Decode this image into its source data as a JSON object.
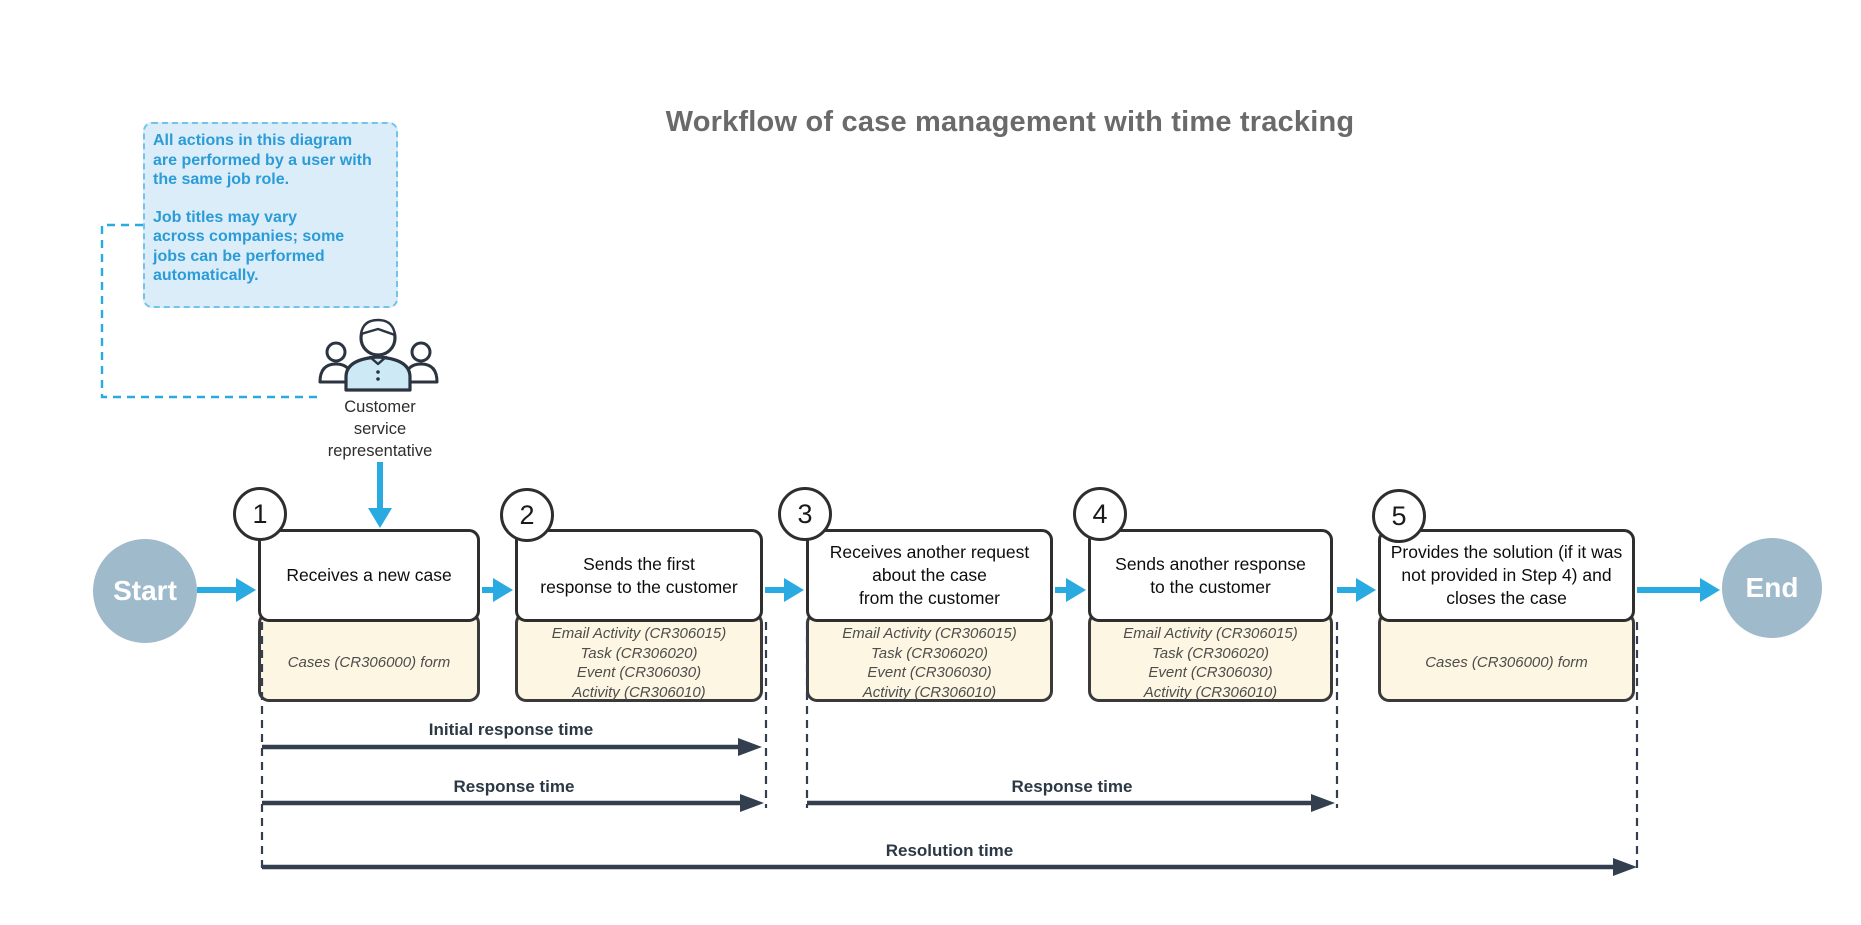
{
  "title": "Workflow of case management with time tracking",
  "note": {
    "lines": [
      "All actions in this diagram",
      "are performed by a user with",
      "the same job role.",
      "",
      "Job titles may vary",
      "across companies; some",
      "jobs can be performed",
      "automatically."
    ]
  },
  "actor": {
    "label_lines": [
      "Customer",
      "service",
      "representative"
    ]
  },
  "terminals": {
    "start": "Start",
    "end": "End"
  },
  "steps": [
    {
      "number": "1",
      "title_lines": [
        "Receives a new case"
      ],
      "forms": [
        "Cases (CR306000) form"
      ]
    },
    {
      "number": "2",
      "title_lines": [
        "Sends the first",
        "response to the customer"
      ],
      "forms": [
        "Email Activity (CR306015)",
        "Task (CR306020)",
        "Event (CR306030)",
        "Activity (CR306010)"
      ]
    },
    {
      "number": "3",
      "title_lines": [
        "Receives another request",
        "about the case",
        "from the customer"
      ],
      "forms": [
        "Email Activity (CR306015)",
        "Task (CR306020)",
        "Event (CR306030)",
        "Activity (CR306010)"
      ]
    },
    {
      "number": "4",
      "title_lines": [
        "Sends another response",
        "to the customer"
      ],
      "forms": [
        "Email Activity (CR306015)",
        "Task (CR306020)",
        "Event (CR306030)",
        "Activity (CR306010)"
      ]
    },
    {
      "number": "5",
      "title_lines": [
        "Provides the solution (if it was",
        "not provided in Step 4) and",
        "closes the case"
      ],
      "forms": [
        "Cases (CR306000) form"
      ]
    }
  ],
  "timeline": {
    "spans": [
      {
        "label": "Initial response time"
      },
      {
        "label": "Response time"
      },
      {
        "label": "Response time"
      },
      {
        "label": "Resolution time"
      }
    ]
  },
  "colors": {
    "accent_blue": "#29abe2",
    "note_text": "#2b9cd8",
    "note_bg": "#daedf8",
    "dark_arrow": "#333f4e",
    "form_bg": "#fdf6e2",
    "terminal_fill": "#9fbacb",
    "title_text": "#6a6a6a"
  }
}
